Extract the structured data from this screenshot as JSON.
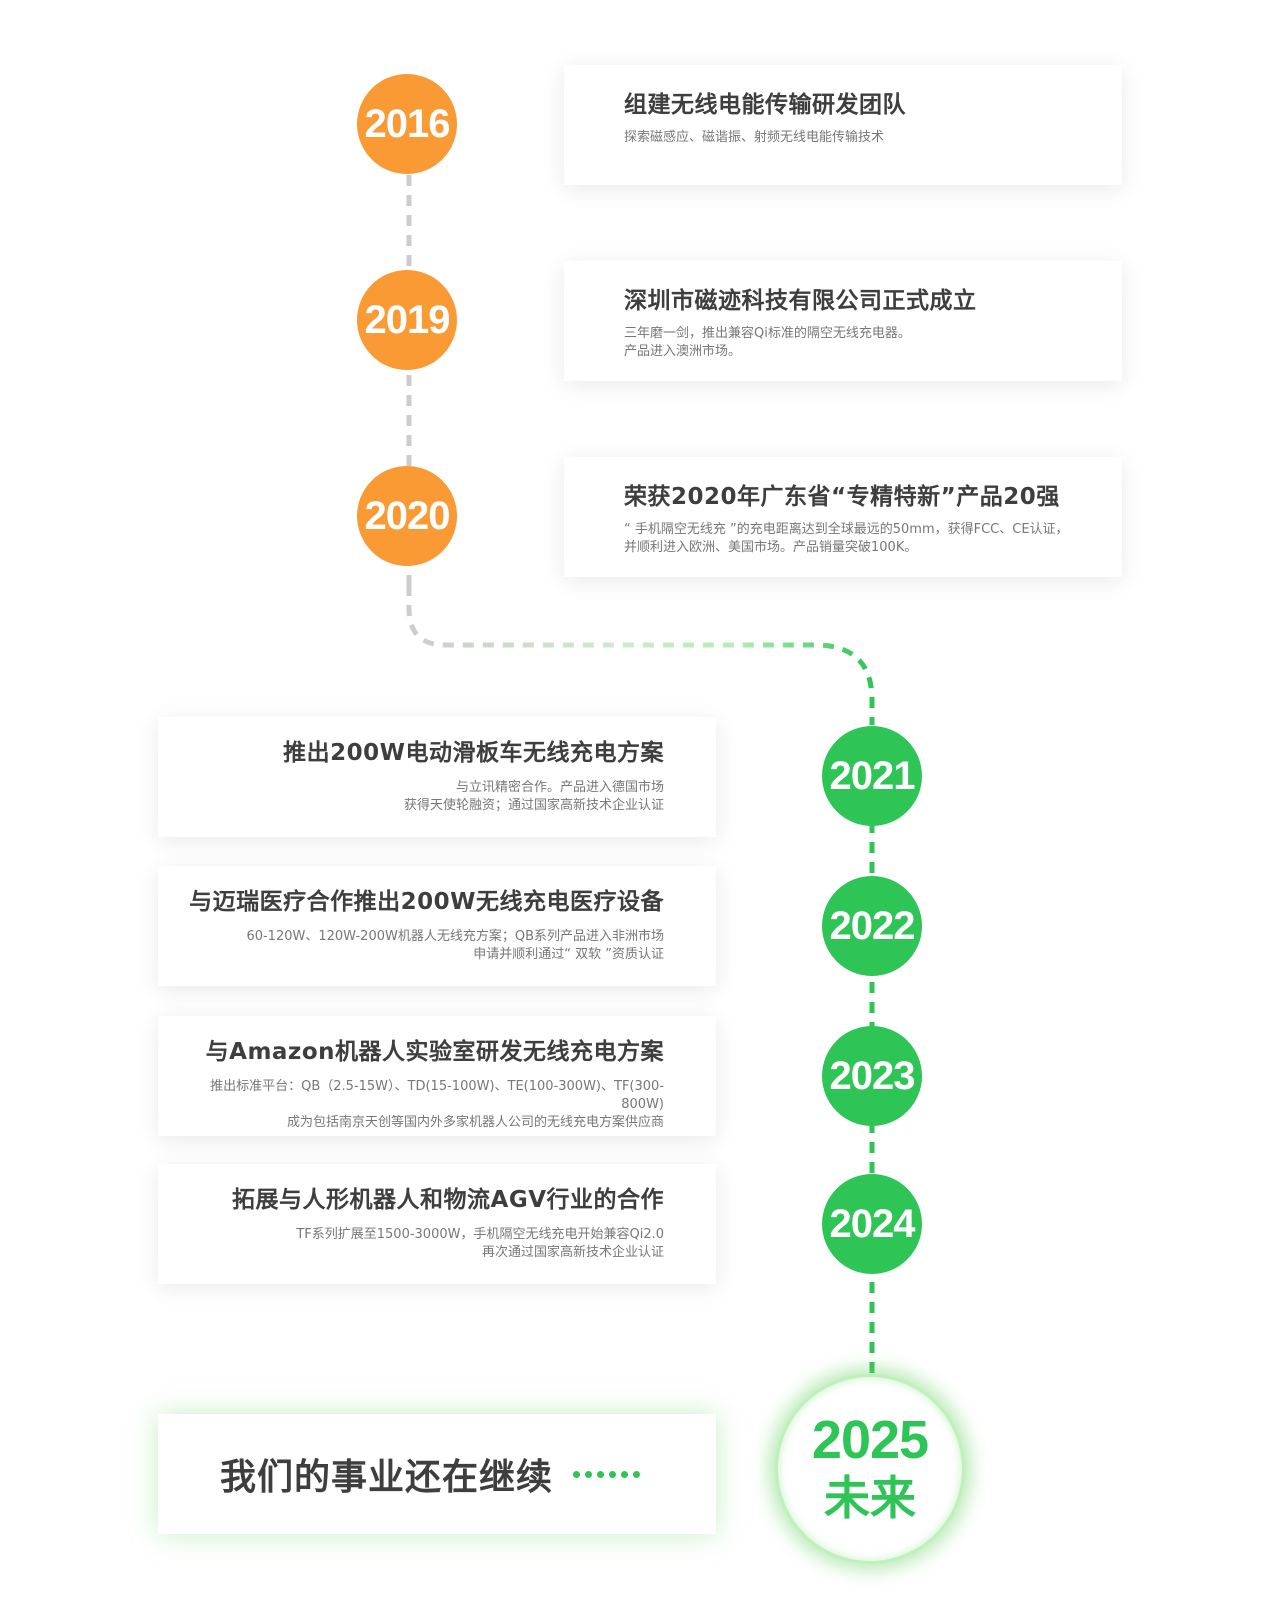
{
  "colors": {
    "orange": "#f99a35",
    "green": "#2ec456",
    "gray_line": "#cccccc"
  },
  "milestones": [
    {
      "year": "2016",
      "title": "组建无线电能传输研发团队",
      "lines": [
        "探索磁感应、磁谐振、射频无线电能传输技术",
        ""
      ]
    },
    {
      "year": "2019",
      "title": "深圳市磁迹科技有限公司正式成立",
      "lines": [
        "三年磨一剑，推出兼容Qi标准的隔空无线充电器。",
        "产品进入澳洲市场。"
      ]
    },
    {
      "year": "2020",
      "title": "荣获2020年广东省“专精特新”产品20强",
      "lines": [
        "“ 手机隔空无线充 ”的充电距离达到全球最远的50mm，获得FCC、CE认证，",
        "并顺利进入欧洲、美国市场。产品销量突破100K。"
      ]
    },
    {
      "year": "2021",
      "title": "推出200W电动滑板车无线充电方案",
      "lines": [
        "与立讯精密合作。产品进入德国市场",
        "获得天使轮融资；通过国家高新技术企业认证"
      ]
    },
    {
      "year": "2022",
      "title": "与迈瑞医疗合作推出200W无线充电医疗设备",
      "lines": [
        "60-120W、120W-200W机器人无线充方案；QB系列产品进入非洲市场",
        "申请并顺利通过“ 双软 ”资质认证"
      ]
    },
    {
      "year": "2023",
      "title": "与Amazon机器人实验室研发无线充电方案",
      "lines": [
        "推出标准平台：QB（2.5-15W）、TD(15-100W)、TE(100-300W)、TF(300-800W)",
        "成为包括南京天创等国内外多家机器人公司的无线充电方案供应商"
      ]
    },
    {
      "year": "2024",
      "title": "拓展与人形机器人和物流AGV行业的合作",
      "lines": [
        "TF系列扩展至1500-3000W，手机隔空无线充电开始兼容Qi2.0",
        "再次通过国家高新技术企业认证"
      ]
    }
  ],
  "future": {
    "text": "我们的事业还在继续",
    "year": "2025",
    "label": "未来"
  }
}
